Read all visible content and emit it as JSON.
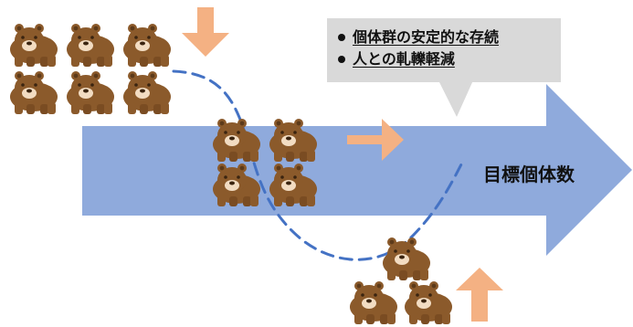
{
  "callout": {
    "items": [
      {
        "text": "個体群の安定的な存続"
      },
      {
        "text": "人との軋轢軽減"
      }
    ]
  },
  "main_arrow": {
    "label": "目標個体数"
  },
  "colors": {
    "arrow_blue": "#8faadc",
    "pointer_orange": "#f4b183",
    "path_blue": "#4472c4",
    "callout_gray": "#d9d9d9",
    "bear_brown": "#8b5a2b",
    "bear_muzzle": "#f2dcc2"
  },
  "icons": {
    "bear": "brown-bear-icon",
    "down_arrow": "orange-down-arrow-icon",
    "right_arrow": "orange-right-arrow-icon",
    "up_arrow": "orange-up-arrow-icon"
  }
}
